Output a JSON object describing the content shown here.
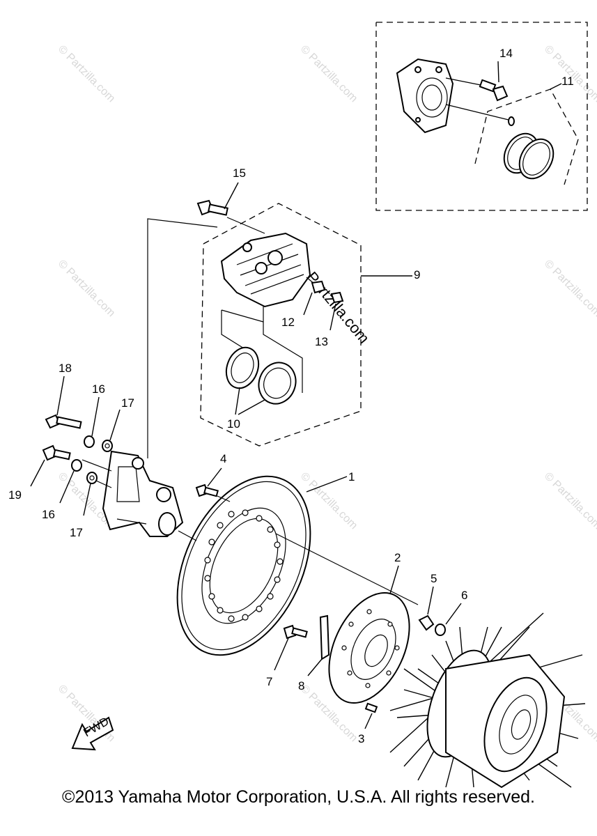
{
  "footer": {
    "copyright": "©2013 Yamaha Motor Corporation, U.S.A. All rights reserved."
  },
  "watermark": {
    "text": "© Partzilla.com"
  },
  "fwd_label": "FWD",
  "callouts": {
    "c1": "1",
    "c2": "2",
    "c3": "3",
    "c4": "4",
    "c5": "5",
    "c6": "6",
    "c7": "7",
    "c8": "8",
    "c9": "9",
    "c10": "10",
    "c11": "11",
    "c12": "12",
    "c13": "13",
    "c14": "14",
    "c15": "15",
    "c16a": "16",
    "c16b": "16",
    "c17a": "17",
    "c17b": "17",
    "c18": "18",
    "c19": "19"
  }
}
